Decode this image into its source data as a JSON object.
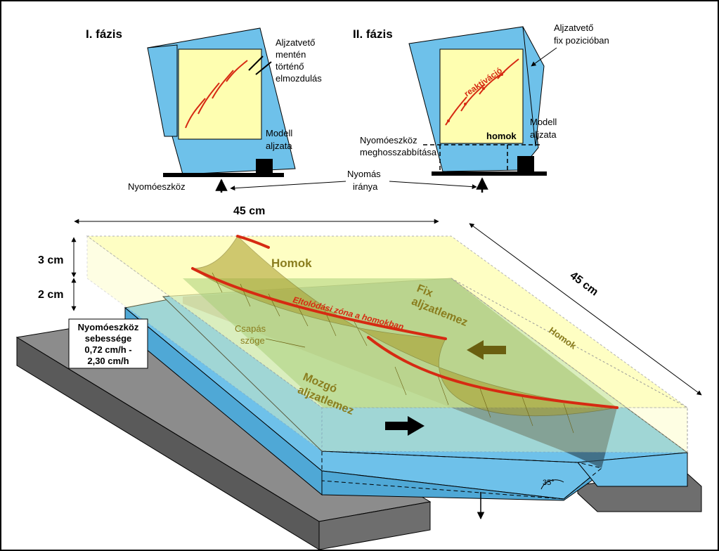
{
  "phase1": {
    "title": "I. fázis",
    "fault_label": [
      "Aljzatvető",
      "mentén",
      "történő",
      "elmozdulás"
    ],
    "model_base": [
      "Modell",
      "aljzata"
    ],
    "pusher": "Nyomóeszköz"
  },
  "phase2": {
    "title": "II. fázis",
    "fixed_fault": [
      "Aljzatvető",
      "fix pozicióban"
    ],
    "reactivation": "reaktiváció",
    "sand": "homok",
    "model_base": [
      "Modell",
      "aljzata"
    ],
    "pusher_extension": [
      "Nyomóeszköz",
      "meghosszabbítása"
    ],
    "push_direction": [
      "Nyomás",
      "iránya"
    ]
  },
  "block": {
    "width_label": "45 cm",
    "depth_label": "45 cm",
    "sand_thickness": "3 cm",
    "base_thickness": "2 cm",
    "sand_top": "Homok",
    "sand_side": "Homok",
    "fixed_plate": [
      "Fix",
      "aljzatlemez"
    ],
    "moving_plate": [
      "Mozgó",
      "aljzatlemez"
    ],
    "shear_zone": "Eltolódási zóna a homokban",
    "strike_angle": [
      "Csapás",
      "szöge"
    ],
    "angle": "35°",
    "speed_box": [
      "Nyomóeszköz",
      "sebessége",
      "0,72 cm/h -",
      "2,30 cm/h"
    ]
  },
  "colors": {
    "blue": "#6ec1ea",
    "sand": "#fefeb0",
    "red": "#d62a12",
    "gray": "#8c8c8c",
    "olive": "#8a7d1e"
  }
}
